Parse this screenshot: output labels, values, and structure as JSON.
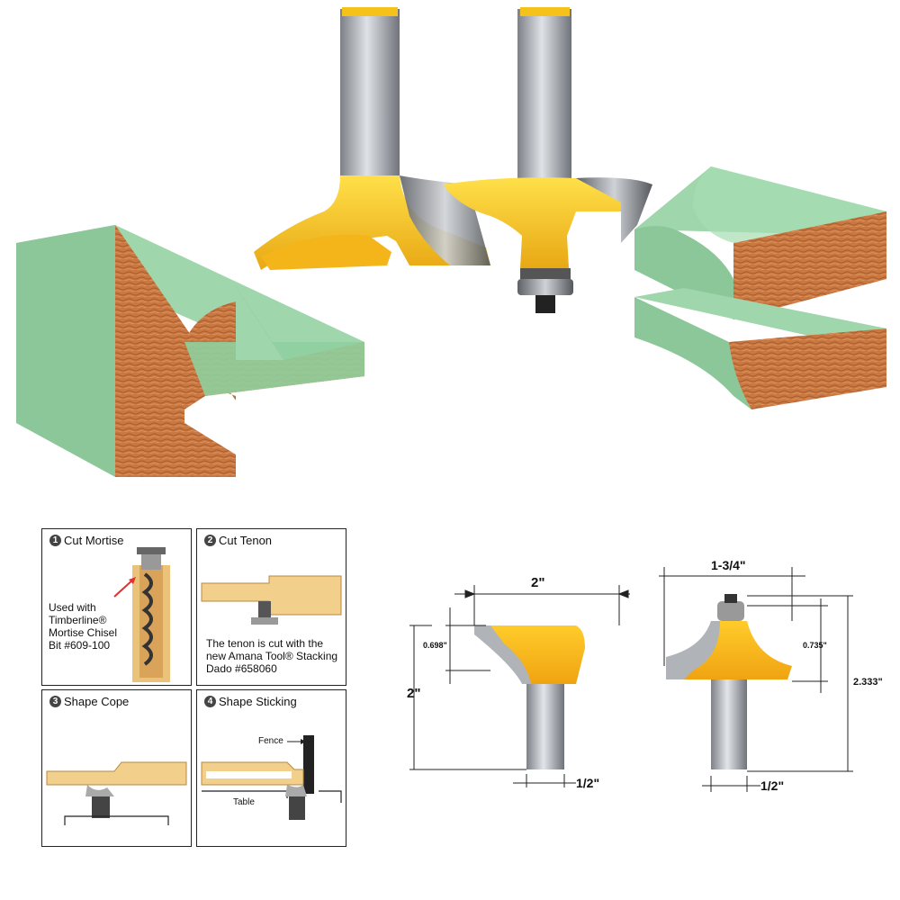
{
  "colors": {
    "bit_yellow": "#f5c21b",
    "shank_gray": "#a9adb3",
    "wood_green": "#9fd6ac",
    "wood_orange": "#c97842",
    "panel_border": "#222222"
  },
  "steps": [
    {
      "number": "1",
      "title": "Cut Mortise",
      "note": "Used with Timberline® Mortise Chisel Bit #609-100"
    },
    {
      "number": "2",
      "title": "Cut Tenon",
      "note": "The tenon is cut with the new Amana Tool® Stacking Dado #658060"
    },
    {
      "number": "3",
      "title": "Shape Cope",
      "note": ""
    },
    {
      "number": "4",
      "title": "Shape Sticking",
      "note": ""
    }
  ],
  "step4_labels": {
    "fence": "Fence",
    "table": "Table"
  },
  "dimensions": {
    "left_bit": {
      "width": "2\"",
      "cut_height": "0.698\"",
      "total_height": "2\"",
      "shank": "1/2\""
    },
    "right_bit": {
      "width": "1-3/4\"",
      "cut_height": "0.735\"",
      "total_height": "2.333\"",
      "shank": "1/2\""
    }
  }
}
